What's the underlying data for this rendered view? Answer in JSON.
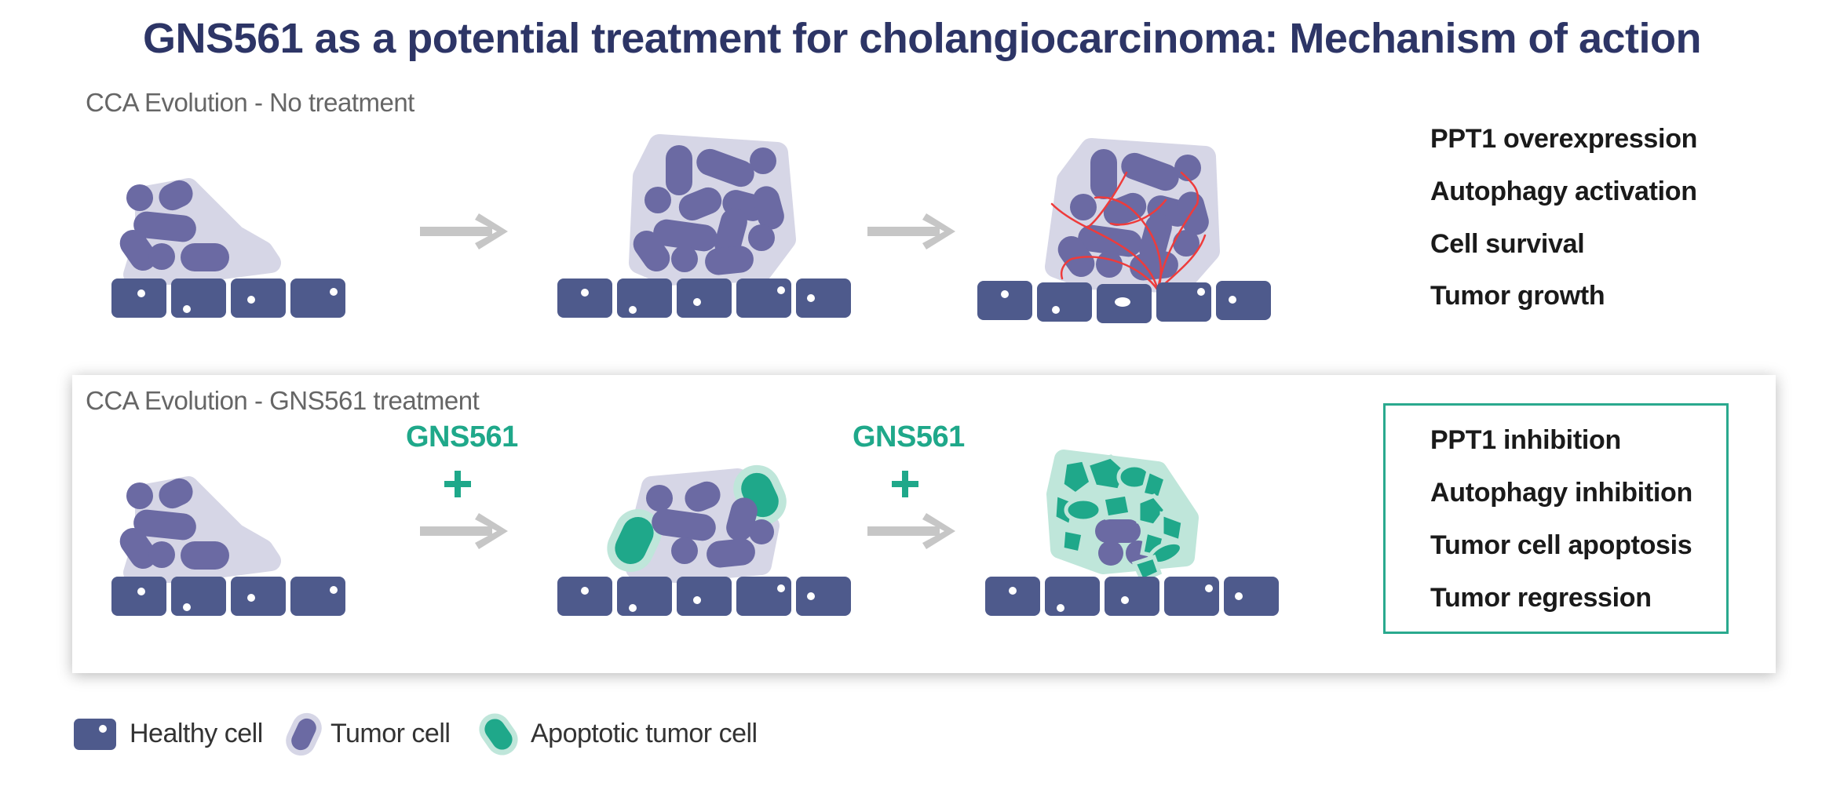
{
  "title": "GNS561 as a potential treatment for cholangiocarcinoma: Mechanism of action",
  "no_treatment": {
    "label": "CCA Evolution - No treatment",
    "effects": [
      "PPT1 overexpression",
      "Autophagy activation",
      "Cell survival",
      "Tumor growth"
    ]
  },
  "treatment": {
    "label": "CCA Evolution - GNS561 treatment",
    "drug_label": "GNS561",
    "drug_symbol": "+",
    "effects": [
      "PPT1 inhibition",
      "Autophagy inhibition",
      "Tumor cell apoptosis",
      "Tumor regression"
    ]
  },
  "legend": {
    "healthy": "Healthy cell",
    "tumor": "Tumor cell",
    "apoptotic": "Apoptotic tumor cell"
  },
  "colors": {
    "title": "#2d3566",
    "healthy_cell": "#4e5a8c",
    "tumor_cell": "#6b6aa3",
    "tumor_halo": "#d6d6e6",
    "apoptotic_cell": "#1fa88a",
    "apoptotic_halo": "#bfe6da",
    "drug": "#1fa88a",
    "vessel": "#ee3b3b",
    "arrow": "#c6c6c6"
  }
}
